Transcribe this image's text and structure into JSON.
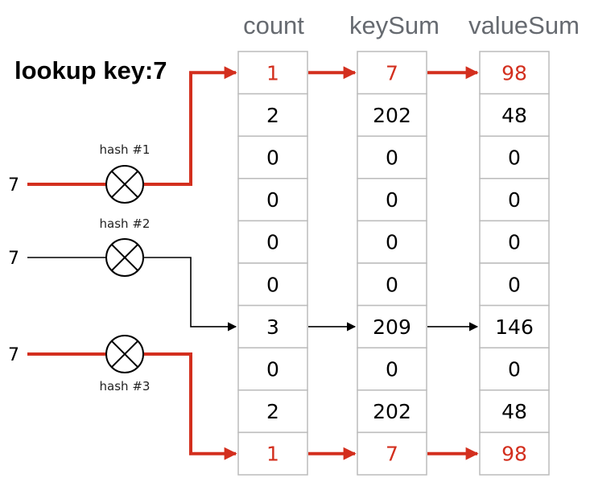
{
  "title": "lookup key:7",
  "columns": [
    {
      "header": "count",
      "values": [
        "1",
        "2",
        "0",
        "0",
        "0",
        "0",
        "3",
        "0",
        "2",
        "1"
      ]
    },
    {
      "header": "keySum",
      "values": [
        "7",
        "202",
        "0",
        "0",
        "0",
        "0",
        "209",
        "0",
        "202",
        "7"
      ]
    },
    {
      "header": "valueSum",
      "values": [
        "98",
        "48",
        "0",
        "0",
        "0",
        "0",
        "146",
        "0",
        "48",
        "98"
      ]
    }
  ],
  "highlighted_rows": [
    0,
    9
  ],
  "hashes": [
    {
      "label": "hash #1",
      "input": "7",
      "target_row": 0,
      "highlighted": true
    },
    {
      "label": "hash #2",
      "input": "7",
      "target_row": 6,
      "highlighted": false
    },
    {
      "label": "hash #3",
      "input": "7",
      "target_row": 9,
      "highlighted": true
    }
  ],
  "colors": {
    "highlight": "#d32f1e",
    "normal": "#000000",
    "header": "#666a70",
    "cell_border": "#bcbcbc"
  },
  "icons": {
    "hash": "circled-times-icon",
    "arrow": "arrow-right-icon"
  }
}
